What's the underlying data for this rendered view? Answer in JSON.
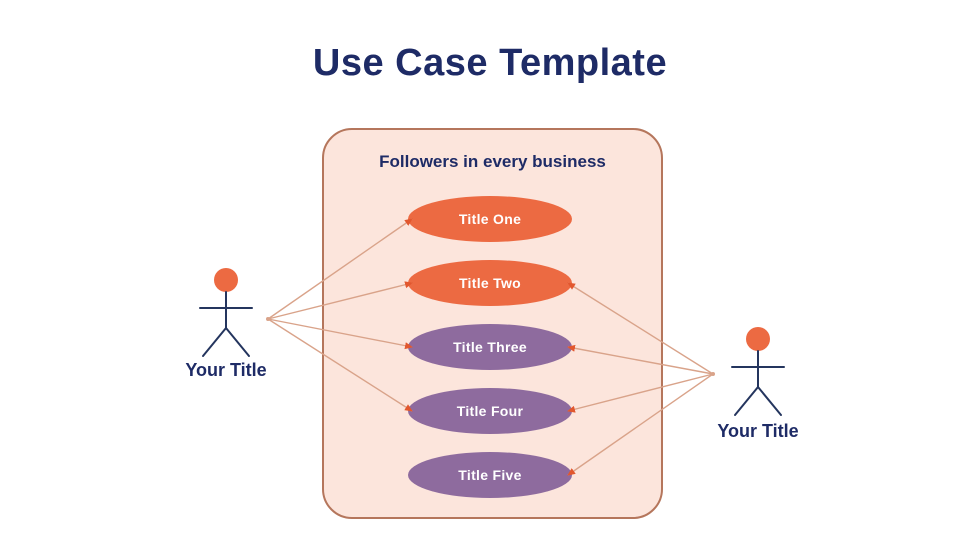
{
  "title": "Use Case Template",
  "system": {
    "title": "Followers in every business"
  },
  "use_cases": [
    {
      "id": "title-one",
      "label": "Title One",
      "color": "#ec6a42"
    },
    {
      "id": "title-two",
      "label": "Title Two",
      "color": "#ec6a42"
    },
    {
      "id": "title-three",
      "label": "Title Three",
      "color": "#8e6b9e"
    },
    {
      "id": "title-four",
      "label": "Title Four",
      "color": "#8e6b9e"
    },
    {
      "id": "title-five",
      "label": "Title Five",
      "color": "#8e6b9e"
    }
  ],
  "actors": [
    {
      "id": "left",
      "label": "Your Title",
      "connects_to": [
        "title-one",
        "title-two",
        "title-three",
        "title-four"
      ]
    },
    {
      "id": "right",
      "label": "Your Title",
      "connects_to": [
        "title-two",
        "title-three",
        "title-four",
        "title-five"
      ]
    }
  ],
  "colors": {
    "title_text": "#1e2b66",
    "container_fill": "#fce5dc",
    "container_border": "#b5765c",
    "arrow_line": "#d9a38a",
    "arrow_head": "#e2572e",
    "actor_head": "#ec6a42",
    "actor_body": "#24355e",
    "use_case_text": "#ffffff"
  },
  "icons": {
    "actor": "stick-figure-icon",
    "arrowhead": "arrowhead-icon"
  }
}
